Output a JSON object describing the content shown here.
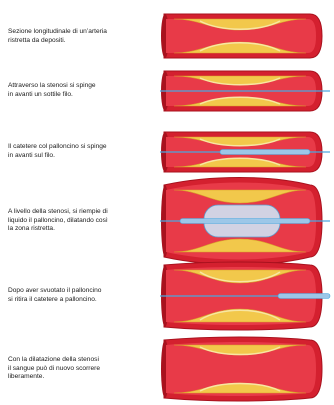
{
  "steps": [
    {
      "caption": "Sezione longitudinale di un’arteria\nristretta da depositi.",
      "variant": "narrowed"
    },
    {
      "caption": "Attraverso la stenosi si spinge\nin avanti un sottile filo.",
      "variant": "wire"
    },
    {
      "caption": "Il catetere col palloncino si spinge\nin avanti sul filo.",
      "variant": "catheter"
    },
    {
      "caption": "A livello della stenosi, si riempie di\nliquido il palloncino, dilatando così\nla zona ristretta.",
      "variant": "inflated"
    },
    {
      "caption": "Dopo aver svuotato il palloncino\nsi ritira il catetere a palloncino.",
      "variant": "withdraw"
    },
    {
      "caption": "Con la dilatazione della stenosi\nil sangue può di nuovo scorrere\nliberamente.",
      "variant": "restored"
    }
  ],
  "colors": {
    "wall": "#d4202f",
    "wall_dark": "#a8121e",
    "lumen": "#e83a48",
    "plaque": "#f2c84b",
    "plaque_light": "#f8e6a3",
    "wire": "#4aa8e0",
    "balloon": "#cfe3f4",
    "catheter": "#9cc7e8"
  }
}
